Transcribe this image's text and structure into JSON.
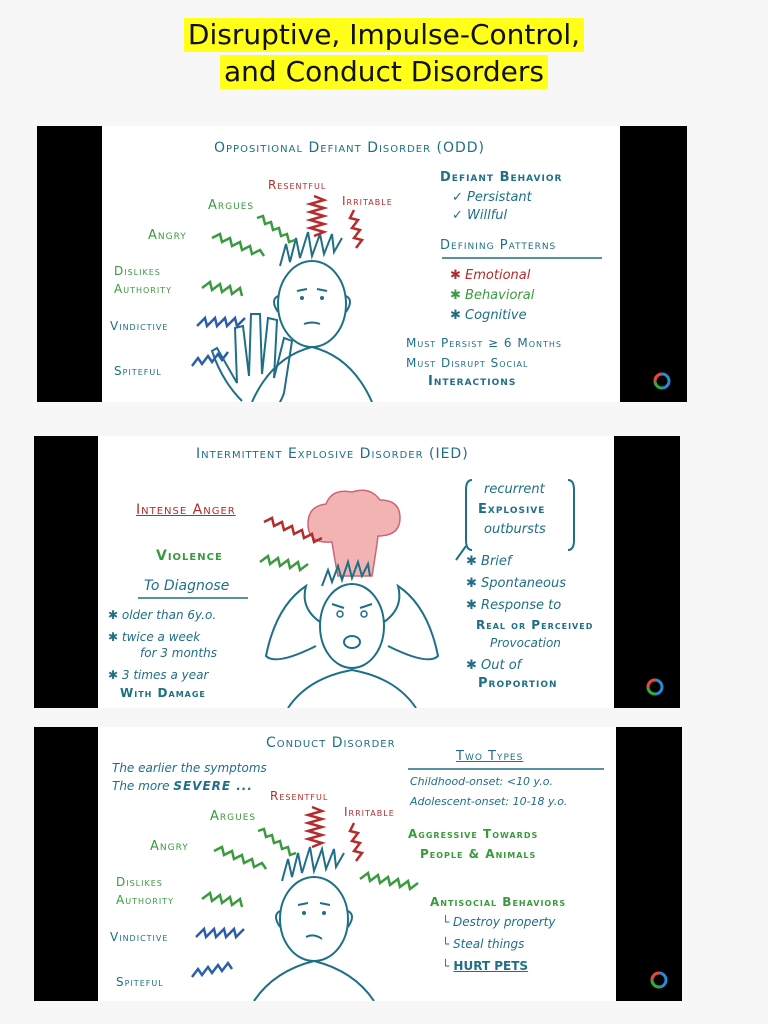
{
  "page_title": [
    "Disruptive, Impulse-Control,",
    "and Conduct Disorders"
  ],
  "panel1": {
    "heading": "Oppositional Defiant Disorder (ODD)",
    "labels": {
      "resentful": "Resentful",
      "irritable": "Irritable",
      "argues": "Argues",
      "angry": "Angry",
      "dislikes_1": "Dislikes",
      "dislikes_2": "Authority",
      "vindictive": "Vindictive",
      "spiteful": "Spiteful"
    },
    "defiant_behavior": {
      "title": "Defiant Behavior",
      "items": [
        "Persistant",
        "Willful"
      ]
    },
    "defining_patterns": {
      "title": "Defining Patterns",
      "items": [
        "Emotional",
        "Behavioral",
        "Cognitive"
      ]
    },
    "must_persist": "Must Persist ≥ 6 Months",
    "must_disrupt_1": "Must Disrupt Social",
    "must_disrupt_2": "Interactions"
  },
  "panel2": {
    "heading": "Intermittent Explosive Disorder (IED)",
    "intense_anger": "Intense Anger",
    "violence": "Violence",
    "to_diagnose": "To Diagnose",
    "diag_items": [
      "older than 6y.o.",
      "twice a week",
      "for 3 months",
      "3 times a year",
      "With Damage"
    ],
    "bracket_lines": [
      "recurrent",
      "Explosive",
      "outbursts"
    ],
    "right_items": [
      "Brief",
      "Spontaneous",
      "Response to"
    ],
    "real_or_perceived": "Real or Perceived",
    "provocation": "Provocation",
    "out_of": "Out of",
    "proportion": "Proportion"
  },
  "panel3": {
    "heading": "Conduct Disorder",
    "earlier_1": "The earlier the symptoms",
    "earlier_2": "The more",
    "severe": "SEVERE ...",
    "two_types": "Two Types",
    "childhood": "Childhood-onset: <10 y.o.",
    "adolescent": "Adolescent-onset: 10-18 y.o.",
    "labels": {
      "resentful": "Resentful",
      "irritable": "Irritable",
      "argues": "Argues",
      "angry": "Angry",
      "dislikes_1": "Dislikes",
      "dislikes_2": "Authority",
      "vindictive": "Vindictive",
      "spiteful": "Spiteful"
    },
    "aggressive_1": "Aggressive Towards",
    "aggressive_2": "People & Animals",
    "antisocial": "Antisocial Behaviors",
    "antisocial_items": [
      "Destroy property",
      "Steal things",
      "HURT PETS"
    ]
  },
  "colors": {
    "highlight": "#ffff1a",
    "teal": "#1f6f86",
    "green": "#3a9a3e",
    "red": "#b62b2b",
    "blue": "#2a5fa8"
  },
  "icons": [
    "osmosis-logo-icon"
  ]
}
